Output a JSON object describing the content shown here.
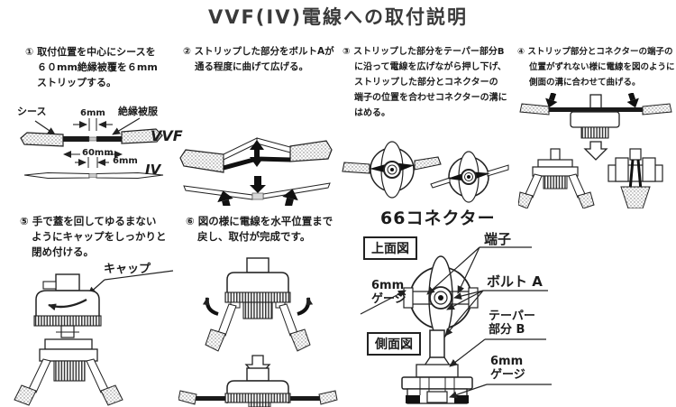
{
  "page": {
    "title": "VVF(IV)電線への取付説明"
  },
  "steps": {
    "s1": {
      "l1": "① 取付位置を中心にシースを",
      "l2": "６０mm絶縁被覆を６mm",
      "l3": "ストリップする。"
    },
    "s2": {
      "l1": "② ストリップした部分をボルトAが",
      "l2": "通る程度に曲げて広げる。"
    },
    "s3": {
      "l1": "③ ストリップした部分をテーパー部分B",
      "l2": "に沿って電線を広げながら押し下げ、",
      "l3": "ストリップした部分とコネクターの",
      "l4": "端子の位置を合わせコネクターの溝に",
      "l5": "はめる。"
    },
    "s4": {
      "l1": "④ ストリップ部分とコネクターの端子の",
      "l2": "位置がずれない様に電線を図のように",
      "l3": "側面の溝に合わせて曲げる。"
    },
    "s5": {
      "l1": "⑤ 手で蓋を回してゆるまない",
      "l2": "ようにキャップをしっかりと",
      "l3": "閉め付ける。"
    },
    "s6": {
      "l1": "⑥ 図の様に電線を水平位置まで",
      "l2": "戻し、取付が完成です。"
    }
  },
  "d1": {
    "sheath": "シース",
    "strip_top": "6mm",
    "insulation": "絶縁被服",
    "wire_vvf": "VVF",
    "length": "60mm",
    "strip_iv": "6mm",
    "wire_iv": "IV"
  },
  "d5": {
    "cap": "キャップ"
  },
  "connector": {
    "title": "66コネクター",
    "top_view": "上面図",
    "side_view": "側面図",
    "terminal": "端子",
    "bolt": "ボルト A",
    "gauge_top_1": "6mm",
    "gauge_top_2": "ゲージ",
    "taper_1": "テーパー",
    "taper_2": "部分 B",
    "gauge_side_1": "6mm",
    "gauge_side_2": "ゲージ"
  }
}
